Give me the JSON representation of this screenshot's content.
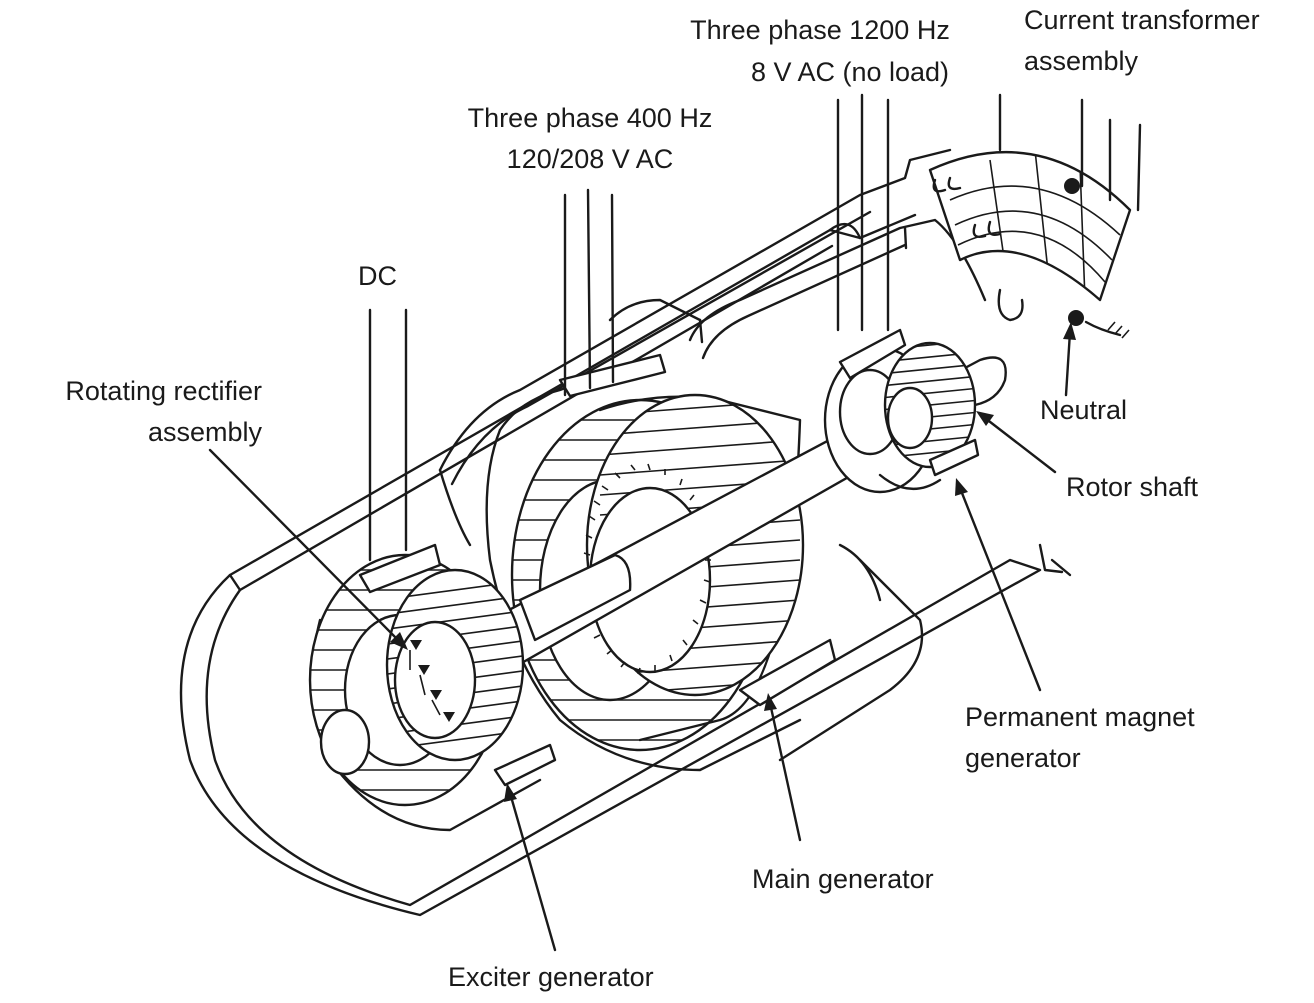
{
  "labels": {
    "three_phase_1200": "Three phase 1200 Hz",
    "volts_8": "8 V AC (no load)",
    "current_transformer": "Current transformer",
    "current_transformer_2": "assembly",
    "three_phase_400": "Three phase 400 Hz",
    "volts_120_208": "120/208 V AC",
    "dc": "DC",
    "rotating_rectifier": "Rotating rectifier",
    "rotating_rectifier_2": "assembly",
    "neutral": "Neutral",
    "rotor_shaft": "Rotor shaft",
    "permanent_magnet": "Permanent magnet",
    "permanent_magnet_2": "generator",
    "main_generator": "Main generator",
    "exciter_generator": "Exciter generator"
  },
  "colors": {
    "ink": "#1a1a1a",
    "background": "#ffffff"
  }
}
